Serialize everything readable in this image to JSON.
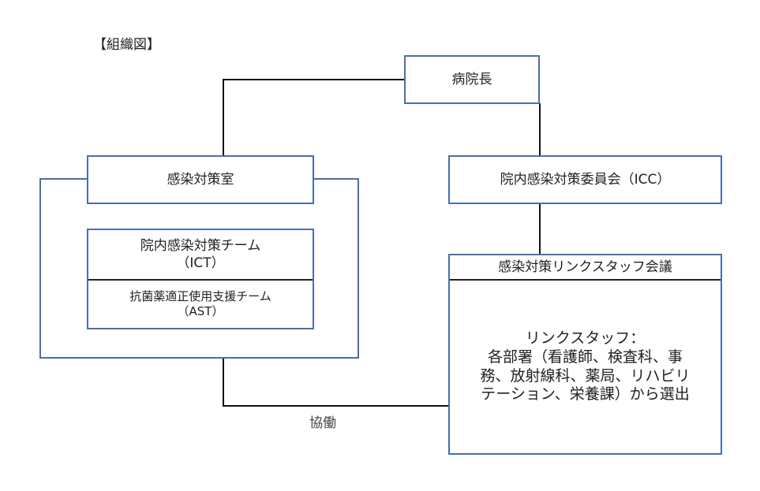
{
  "title": "【組織図】",
  "hospital_director": "病院長",
  "infection_control_office": "感染対策室",
  "ict": {
    "line1": "院内感染対策チーム",
    "line2": "（ICT）"
  },
  "ast": {
    "line1": "抗菌薬適正使用支援チーム",
    "line2": "（AST）"
  },
  "icc": "院内感染対策委員会（ICC）",
  "link_staff_meeting": {
    "header": "感染対策リンクスタッフ会議",
    "body_lines": [
      "リンクスタッフ：",
      "各部署（看護師、検査科、事",
      "務、放射線科、薬局、リハビリ",
      "テーション、栄養課）から選出"
    ]
  },
  "collaboration_label": "協働"
}
